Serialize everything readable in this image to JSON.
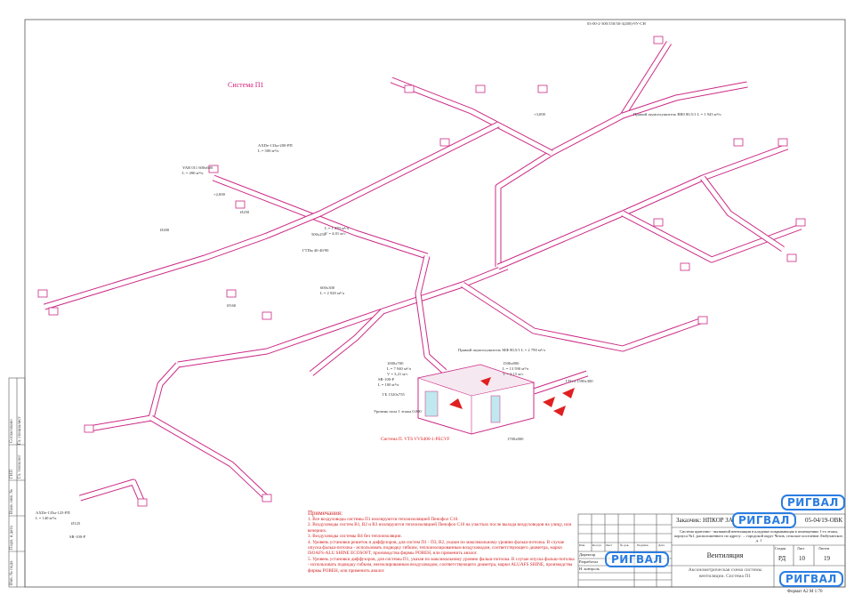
{
  "drawing": {
    "system_title": "Система П1",
    "ahu_label": "Система П. VTS VVS400-1-PECVF",
    "colors": {
      "duct": "#cc2a86",
      "notes": "#d42020",
      "watermark": "#2a7de1"
    },
    "labels": [
      {
        "t": "YAR 011 600х600"
      },
      {
        "t": "L = 490 м³/ч"
      },
      {
        "t": "AXDe-133н-200-РП"
      },
      {
        "t": "L = 500 м³/ч"
      },
      {
        "t": "+2,000"
      },
      {
        "t": "Ø250"
      },
      {
        "t": "Ø200"
      },
      {
        "t": "Ø160"
      },
      {
        "t": "500х250"
      },
      {
        "t": "L = 1 470 м³/ч"
      },
      {
        "t": "V = 4,01 м/с"
      },
      {
        "t": "ГТПм 40-40/90"
      },
      {
        "t": "600х300"
      },
      {
        "t": "L = 2 920 м³/ч"
      },
      {
        "t": "1000х700"
      },
      {
        "t": "L = 7 940 м³/ч"
      },
      {
        "t": "V = 3,21 м/с"
      },
      {
        "t": "SR-100-P"
      },
      {
        "t": "L = 100 м³/ч"
      },
      {
        "t": "ГБ 1520х755"
      },
      {
        "t": "Уровень пола 1 этажа 0,000"
      },
      {
        "t": "1500х800"
      },
      {
        "t": "L = 13 590 м³/ч"
      },
      {
        "t": "V = 3,15 м/с"
      },
      {
        "t": "Прямой шумоглушитель МФ 80,5/1 L = 2 790 м³/ч"
      },
      {
        "t": "ГП гл 1590х300"
      },
      {
        "t": "1700х800"
      },
      {
        "t": "+3,000"
      },
      {
        "t": "03-00-2-300/150/30-3(200)-9У-СН"
      },
      {
        "t": "Прямой шумоглушитель ВВ0 80,5/1 L = 1 943 м³/ч"
      },
      {
        "t": "AXDe-135н-125-РП"
      },
      {
        "t": "L = 140 м³/ч"
      },
      {
        "t": "Ø125"
      },
      {
        "t": "SR-100-P"
      }
    ]
  },
  "notes": {
    "title": "Примечания:",
    "items": [
      "1. Все воздуховоды системы П1 изолируются теплоизоляцией Пенофол С10.",
      "2. Воздуховоды систем В1, В2 и В3 изолируются теплоизоляцией Пенофол С10 на участках после выхода воздуховодов на улицу, или вечерних.",
      "3. Воздуховоды системы В4 без теплоизоляции.",
      "4. Уровень установки решеток и диффузоров, для систем П1 - П3, В2, указан по максимальному уровню фальш-потолка. В случае опуска фальш-потолка - использовать подводку гибким, теплоизолированным воздуховодом, соответствующего диаметра, марки ISOAFS-ALU SHINE ECOSOFT, производства фирмы РОВЕН, или применить аналог.",
      "5. Уровень установки диффузоров, для системы П1, указан по максимальному уровню фальш-потолка. В случае опуска фальш-потолка - использовать подводку гибким, неизолированным воздуховодом, соответствующего диаметра, марки ALUAFS SHINE, производства фирмы РОВЕН, или применить аналог."
    ]
  },
  "title_block": {
    "customer": "Заказчик: НПКОР ЗА",
    "code": "05-04/19-ОВК",
    "object": "Система приточно - вытяжной вентиляции в кладовке покрывающая в помещениях 1-го этажа, корпуса №1, расположенного по адресу: ... городской округ Чехов, сельское поселение Любучанское, д. 1",
    "section": "Вентиляция",
    "stage_header": "Стадия",
    "sheet_header": "Лист",
    "sheets_header": "Листов",
    "stage": "РД",
    "sheet": "10",
    "sheets": "19",
    "sheet_title": "Аксонометрическая схема системы вентиляции. Система П1",
    "format": "Формат А2  М 1:70",
    "cols": [
      "Изм.",
      "Кол.уч",
      "Лист",
      "№ док.",
      "Подпись",
      "Дата"
    ],
    "roles": [
      "Директор",
      "Разработал",
      "Н. контроль"
    ],
    "watermark": "РИГВАЛ"
  },
  "side_stamp": [
    "Согласовано",
    "ГИП",
    "Гл. технолог",
    "Гл. специалист",
    "Взам. инв. №",
    "Подп. и дата",
    "Инв. № подл."
  ]
}
